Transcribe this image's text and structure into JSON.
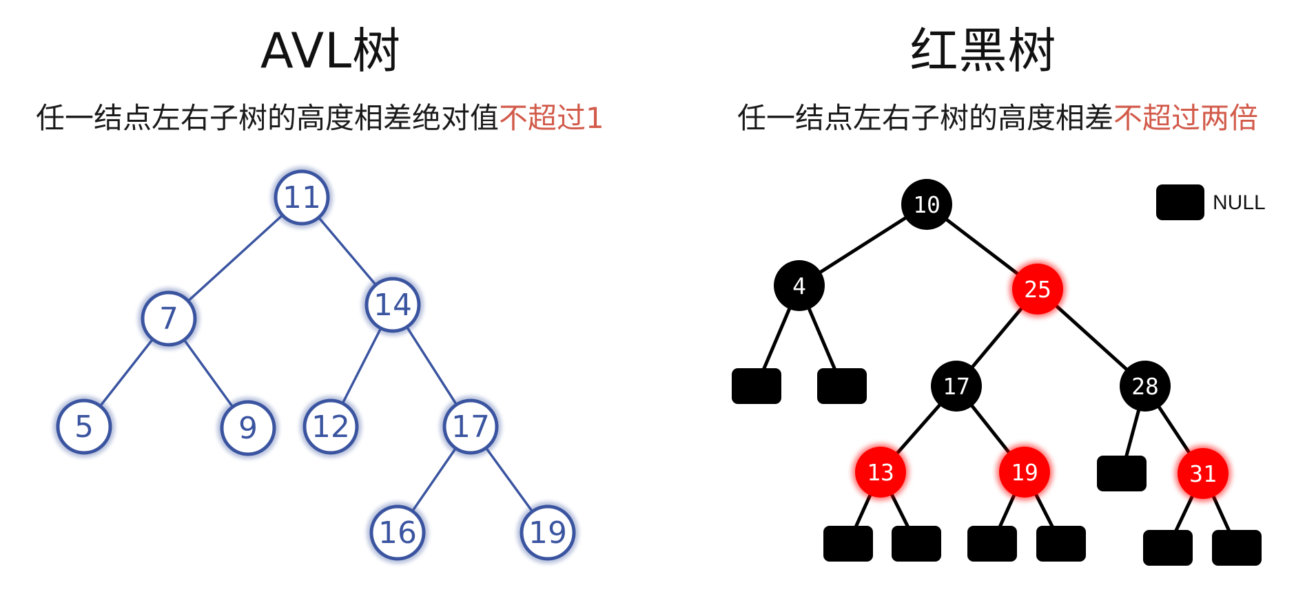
{
  "avl": {
    "title": "AVL树",
    "subtitle_main": "任一结点左右子树的高度相差绝对值",
    "subtitle_highlight": "不超过1",
    "colors": {
      "node": "#3a54a0",
      "highlight": "#d25a4a"
    },
    "nodes": [
      "11",
      "7",
      "14",
      "5",
      "9",
      "12",
      "17",
      "16",
      "19"
    ],
    "edges": [
      [
        "11",
        "7"
      ],
      [
        "11",
        "14"
      ],
      [
        "7",
        "5"
      ],
      [
        "7",
        "9"
      ],
      [
        "14",
        "12"
      ],
      [
        "14",
        "17"
      ],
      [
        "17",
        "16"
      ],
      [
        "17",
        "19"
      ]
    ]
  },
  "rb": {
    "title": "红黑树",
    "subtitle_main": "任一结点左右子树的高度相差",
    "subtitle_highlight": "不超过两倍",
    "legend_label": "NULL",
    "colors": {
      "black": "#000000",
      "red": "#ff0000",
      "highlight": "#d25a4a"
    },
    "nodes": [
      {
        "label": "10",
        "color": "black"
      },
      {
        "label": "4",
        "color": "black"
      },
      {
        "label": "25",
        "color": "red"
      },
      {
        "label": "17",
        "color": "black"
      },
      {
        "label": "28",
        "color": "black"
      },
      {
        "label": "13",
        "color": "red"
      },
      {
        "label": "19",
        "color": "red"
      },
      {
        "label": "31",
        "color": "red"
      }
    ],
    "edges": [
      [
        "10",
        "4"
      ],
      [
        "10",
        "25"
      ],
      [
        "4",
        "null-4-left"
      ],
      [
        "4",
        "null-4-right"
      ],
      [
        "25",
        "17"
      ],
      [
        "25",
        "28"
      ],
      [
        "17",
        "13"
      ],
      [
        "17",
        "19"
      ],
      [
        "28",
        "null-28-left"
      ],
      [
        "28",
        "31"
      ],
      [
        "13",
        "null-13-left"
      ],
      [
        "13",
        "null-13-right"
      ],
      [
        "19",
        "null-19-left"
      ],
      [
        "19",
        "null-19-right"
      ],
      [
        "31",
        "null-31-left"
      ],
      [
        "31",
        "null-31-right"
      ]
    ]
  }
}
